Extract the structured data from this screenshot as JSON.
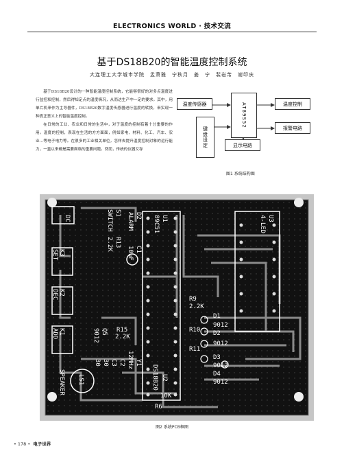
{
  "header": {
    "text": "ELECTRONICS WORLD · 技术交流"
  },
  "article": {
    "title": "基于DS18B20的智能温度控制系统",
    "authors": "大连理工大学城市学院　孟萧雅　宁秋月　姜　宁　裴岩芾　谢印庆",
    "paragraphs": [
      "基于DS18B20设计的一种智能温度控制系统，它能够很好的对多点温度进行监控和控制，然后得知定点的温度情况，从而达生产中一定的要求。其中，用单片机来作为主导器件，DS18B20数字温度传感器进行温度的转换，来实现一种真正意义上的智能温度控制。",
      "在日常的工业、农业和日常的生活中，对于温度的控制有着十分重要的作用。温度的控制，表现在生活的方方面面，例如家电、材料、化工、汽车、农业…等电子电力等。在很多的工业相关单位，怎样去提升温度控制对象的运行能力，一直以来都是需要面临的重要问题。然而，传统的仪器又存"
    ]
  },
  "figure1": {
    "caption": "图1 系统结构图",
    "blocks": {
      "sensor": "温度传感器",
      "mcu": "AT89S52",
      "keyboard": "键盘设定",
      "temp_ctrl": "温度控制",
      "alarm": "报警电路",
      "display": "显示电路"
    }
  },
  "figure2": {
    "caption": "图2 系统PCB框图",
    "labels": {
      "dc": "DC",
      "s1": "S1",
      "switch": "SWITCH",
      "d2": "D2",
      "alarm": "ALARM",
      "u1": "U1",
      "chip": "89C51",
      "u3": "U3",
      "led": "4-LED",
      "r13": "R13",
      "r13v": "2.2K",
      "c1": "C1",
      "c1v": "10uF",
      "k3": "K3",
      "set": "SET",
      "k2": "K2",
      "dec": "DEC",
      "k1": "K1",
      "add": "ADD",
      "r9": "R9",
      "r9v": "2.2K",
      "d1": "D1",
      "q1": "9012",
      "r10": "R10",
      "d2b": "D2",
      "q2": "9012",
      "r11": "R11",
      "d3": "D3",
      "q3": "9012",
      "d4": "D4",
      "q4": "9012",
      "r15": "R15",
      "r15v": "2.2K",
      "q5": "Q5",
      "q5v": "9012",
      "ls1": "LS1",
      "speaker": "SPEAKER",
      "c2": "C2",
      "c3": "C3",
      "c2v": "30",
      "c3v": "30",
      "y1": "Y1",
      "y1v": "12MHz",
      "u2": "U2",
      "ds": "DS18B20",
      "r6": "R6",
      "r6v": "10K"
    }
  },
  "footer": {
    "page": "• 178 •",
    "journal": "电子世界"
  }
}
